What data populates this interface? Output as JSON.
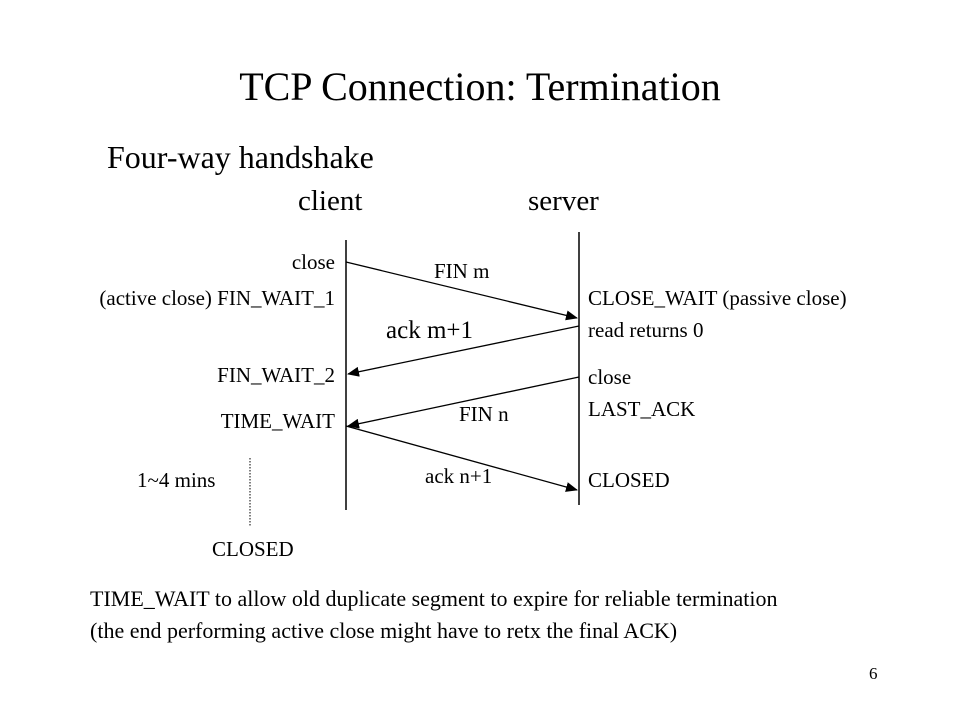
{
  "title": "TCP Connection: Termination",
  "subtitle": "Four-way handshake",
  "parties": {
    "client": "client",
    "server": "server"
  },
  "client_states": {
    "close": "close",
    "fin_wait_1": "(active close) FIN_WAIT_1",
    "fin_wait_2": "FIN_WAIT_2",
    "time_wait": "TIME_WAIT",
    "duration": "1~4 mins",
    "closed": "CLOSED"
  },
  "server_states": {
    "close_wait": "CLOSE_WAIT (passive close)",
    "read_returns": "read returns 0",
    "close": "close",
    "last_ack": "LAST_ACK",
    "closed": "CLOSED"
  },
  "messages": {
    "fin_m": "FIN m",
    "ack_m1": "ack m+1",
    "fin_n": "FIN n",
    "ack_n1": "ack n+1"
  },
  "notes": {
    "line1": "TIME_WAIT to allow old duplicate segment to expire for reliable termination",
    "line2": "(the end performing active close might have to retx the final ACK)"
  },
  "page_number": "6"
}
